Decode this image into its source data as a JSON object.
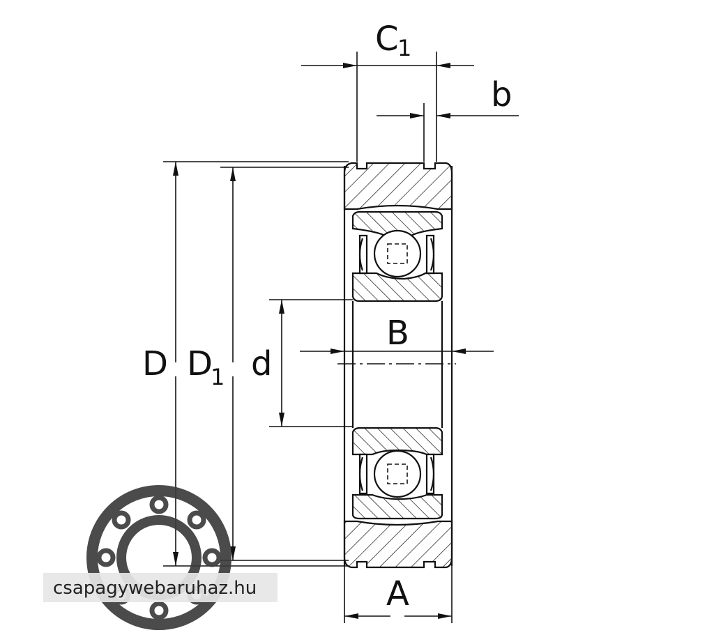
{
  "labels": {
    "c1_main": "C",
    "c1_sub": "1",
    "b_small": "b",
    "d_outer": "D",
    "d1_main": "D",
    "d1_sub": "1",
    "d_bore": "d",
    "b_width": "B",
    "a_width": "A"
  },
  "watermark": {
    "text": "csapagywebaruhaz.hu",
    "icon": "ball-bearing-logo-icon"
  },
  "colors": {
    "line": "#111111",
    "background": "#ffffff",
    "logo": "#3c3c3c"
  }
}
